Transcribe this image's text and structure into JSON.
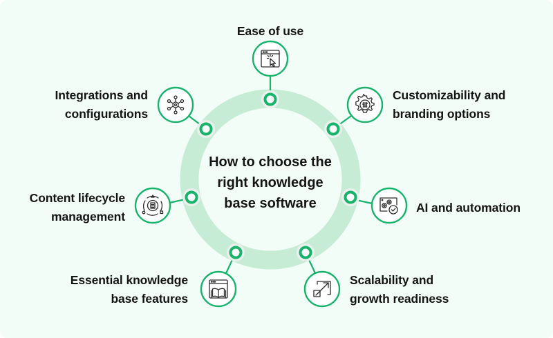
{
  "title": {
    "lines": [
      "How to choose the",
      "right knowledge",
      "base software"
    ]
  },
  "colors": {
    "background": "#f3fdf8",
    "ring": "#c7ecd6",
    "accent": "#16b36a",
    "dot_halo": "#eaf0ec",
    "icon_stroke": "#2b2b2b",
    "text": "#141414"
  },
  "factors": [
    {
      "id": "ease",
      "icon": "browser-cursor-icon",
      "lines": [
        "Ease of use"
      ]
    },
    {
      "id": "custom",
      "icon": "gear-sliders-icon",
      "lines": [
        "Customizability and",
        "branding options"
      ]
    },
    {
      "id": "ai",
      "icon": "gears-check-icon",
      "lines": [
        "AI and automation"
      ]
    },
    {
      "id": "scale",
      "icon": "expand-arrow-icon",
      "lines": [
        "Scalability and",
        "growth readiness"
      ]
    },
    {
      "id": "essential",
      "icon": "browser-book-icon",
      "lines": [
        "Essential knowledge",
        "base features"
      ]
    },
    {
      "id": "lifecycle",
      "icon": "lifecycle-gear-icon",
      "lines": [
        "Content lifecycle",
        "management"
      ]
    },
    {
      "id": "integrations",
      "icon": "network-hub-icon",
      "lines": [
        "Integrations and",
        "configurations"
      ]
    }
  ]
}
